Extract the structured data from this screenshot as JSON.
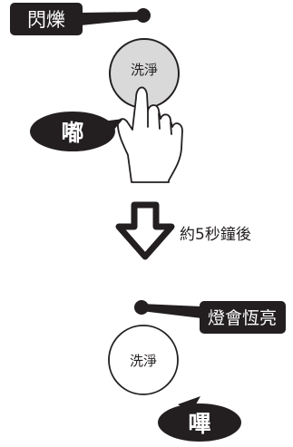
{
  "top": {
    "status_label": "閃爍",
    "button_label": "洗淨",
    "sound_label": "嘟"
  },
  "transition": {
    "text": "約5秒鐘後"
  },
  "bottom": {
    "status_label": "燈會恆亮",
    "button_label": "洗淨",
    "sound_label": "嗶"
  },
  "colors": {
    "dark": "#231f20",
    "button_fill_top": "#d9d9d9",
    "button_fill_bottom": "#ffffff"
  }
}
